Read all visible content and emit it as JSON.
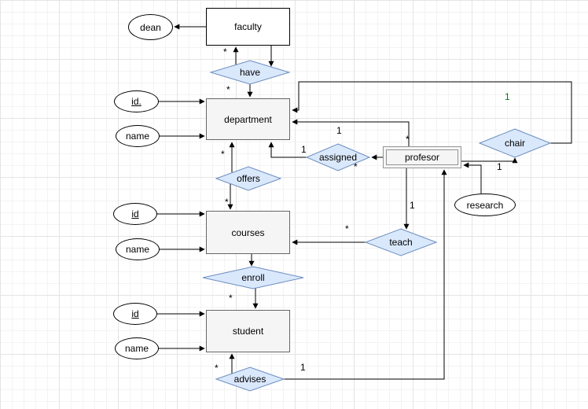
{
  "canvas": {
    "background": "#ffffff",
    "grid_minor_color": "#f3f3f3",
    "grid_major_color": "#e4e4e4"
  },
  "colors": {
    "relationship_fill": "#dae8fc",
    "relationship_stroke": "#6c8ebf",
    "entity_fill": "#f5f5f5",
    "entity_stroke": "#666666",
    "connector": "#000000",
    "highlight_cardinality": "#008000"
  },
  "entities": {
    "faculty": {
      "label": "faculty"
    },
    "department": {
      "label": "department"
    },
    "profesor": {
      "label": "profesor"
    },
    "courses": {
      "label": "courses"
    },
    "student": {
      "label": "student"
    }
  },
  "attributes": {
    "dean": {
      "label": "dean",
      "key": false
    },
    "department_id": {
      "label": "id.",
      "key": true
    },
    "department_name": {
      "label": "name",
      "key": false
    },
    "courses_id": {
      "label": "id",
      "key": true
    },
    "courses_name": {
      "label": "name",
      "key": false
    },
    "student_id": {
      "label": "id",
      "key": true
    },
    "student_name": {
      "label": "name",
      "key": false
    },
    "research": {
      "label": "research",
      "key": false
    }
  },
  "relationships": {
    "have": {
      "label": "have"
    },
    "assigned": {
      "label": "assigned"
    },
    "chair": {
      "label": "chair"
    },
    "offers": {
      "label": "offers"
    },
    "teach": {
      "label": "teach"
    },
    "enroll": {
      "label": "enroll"
    },
    "advises": {
      "label": "advises"
    }
  },
  "cardinalities": {
    "faculty_have": {
      "label": "*"
    },
    "have_department": {
      "label": "*"
    },
    "chair_department": {
      "label": "1",
      "color": "#008000"
    },
    "department_profesor": {
      "label": "1"
    },
    "profesor_department": {
      "label": "*"
    },
    "assigned_department": {
      "label": "1"
    },
    "assigned_profesor": {
      "label": "*"
    },
    "department_offers": {
      "label": "*"
    },
    "profesor_chair": {
      "label": "1"
    },
    "offers_courses": {
      "label": "*"
    },
    "profesor_teach": {
      "label": "1"
    },
    "teach_courses": {
      "label": "*"
    },
    "enroll_student": {
      "label": "*"
    },
    "advises_student": {
      "label": "*"
    },
    "advises_profesor": {
      "label": "1"
    }
  }
}
